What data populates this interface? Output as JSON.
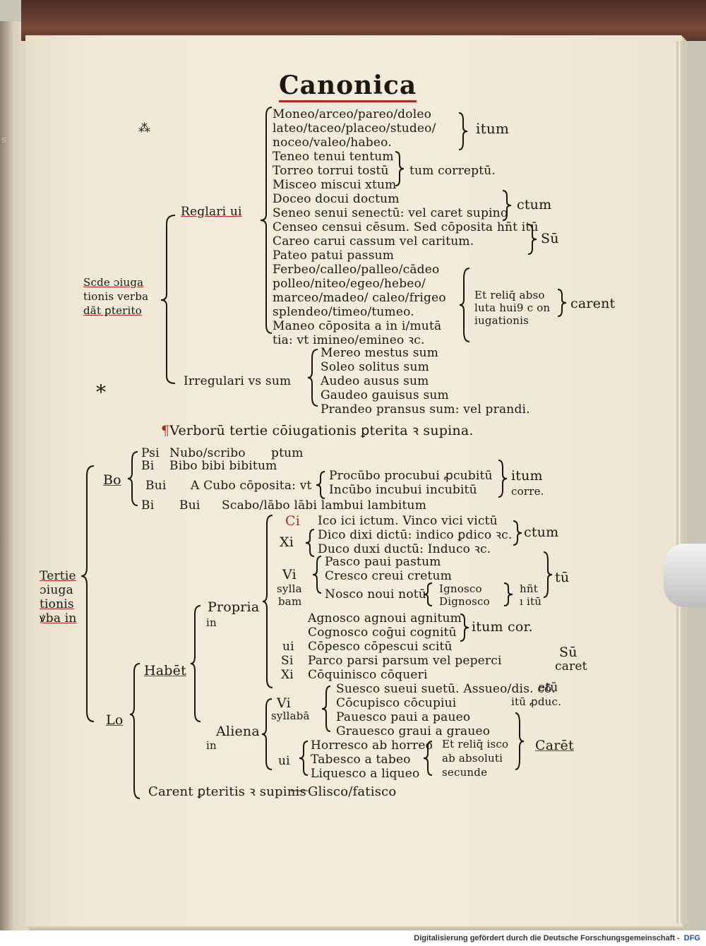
{
  "title": "Canonica",
  "asterisk": "*",
  "top": {
    "regular_label": "Reglari ui",
    "irregular_label": "Irregulari vs sum",
    "left_label": [
      "Scde ɔiuga",
      "tionis verba",
      "dăt ꝑterito"
    ],
    "group1": [
      "Moneo/arceo/pareo/doleo",
      "lateo/taceo/placeo/studeo/",
      "noceo/valeo/habeo."
    ],
    "group1_suffix": "itum",
    "group2": [
      "Teneo tenui tentum",
      "Torreo torrui tostū",
      "Misceo miscui xtum"
    ],
    "group2_suffix": "tum correptū.",
    "line_doceo": "Doceo docui doctum",
    "line_seneo": "Seneo senui senectū: vel caret supino",
    "ctum": "ctum",
    "line_censeo": "Censeo censui cēsum. Sed cōposita hñt itū",
    "line_careo": "Careo carui cassum vel caritum.",
    "line_pateo": "Pateo patui passum",
    "su": "Sū",
    "group3": [
      "Ferbeo/calleo/palleo/cādeo",
      "polleo/niteo/egeo/hebeo/",
      "marceo/madeo/ caleo/frigeo",
      "splendeo/timeo/tumeo.",
      "Maneo cōposita a in i/mutā",
      "tia: vt imineo/emineo ꝛc."
    ],
    "group3_note": [
      "Et reliq̄ abso",
      "luta hui9 c on",
      "iugationis"
    ],
    "carent": "carent",
    "irregular_items": [
      "Mereo mestus sum",
      "Soleo solitus sum",
      "Audeo ausus sum",
      "Gaudeo gauisus sum",
      "Prandeo pransus sum: vel prandi."
    ]
  },
  "heading": "Verborū tertie cōiugationis ꝑterita ꝛ supina.",
  "bottom": {
    "left_label": [
      "Tertie",
      "ɔiuga",
      "tionis",
      "ꝟba in"
    ],
    "bo": "Bo",
    "psi_line": [
      "Psi",
      "Nubo/scribo",
      "ptum"
    ],
    "bi_line": [
      "Bi",
      "Bibo bibi bibitum"
    ],
    "bui_line": [
      "Bui",
      "A Cubo cōposita: vt"
    ],
    "cubo_items": [
      "Procūbo procubui ꝓcubitū",
      "Incūbo incubui incubitū"
    ],
    "itum_corre": [
      "itum",
      "corre."
    ],
    "bi_bui_line": [
      "Bi",
      "Bui",
      "Scabo/lābo lābi lambui lambitum"
    ],
    "ci_label": "Ci",
    "xi_label": "Xi",
    "co_items": [
      "Ico ici ictum. Vinco vici victū",
      "Dico dixi dictū: indico ꝑdico ꝛc.",
      "Duco duxi ductū: Induco ꝛc."
    ],
    "ctum": "ctum",
    "vi_labels": [
      "Vi",
      "sylla",
      "bam"
    ],
    "vi_items": [
      "Pasco paui pastum",
      "Cresco creui cretum",
      "Nosco noui notū"
    ],
    "ignosco": [
      "Ignosco",
      "Dignosco"
    ],
    "hnt_itu": [
      "hñt",
      "ı itū"
    ],
    "tu": "tū",
    "propria": [
      "Propria",
      "in"
    ],
    "propria_items": [
      "Agnosco agnoui agnitum",
      "Cognosco coḡui cognitū",
      "Cōpesco cōpescui scitū",
      "Parco parsi parsum vel peperci",
      "Cōquinisco cōqueri"
    ],
    "propria_labels": [
      "ui",
      "Si",
      "Xi"
    ],
    "itum_cor": "itum cor.",
    "su_caret": [
      "Sū",
      "caret"
    ],
    "habent": "Habēt",
    "lo": "Lo",
    "aliena": [
      "Aliena",
      "in"
    ],
    "vi_syllaba": [
      "Vi",
      "syllabā"
    ],
    "aliena_items": [
      "Suesco sueui suetū. Assueo/dis. cō.",
      "Cōcupisco cōcupiui",
      "Pauesco paui a paueo",
      "Grauesco graui a graueo"
    ],
    "etu_itu": [
      "etū",
      "itū ꝓduc."
    ],
    "ui_label": "ui",
    "ui_items": [
      "Horresco ab horreo",
      "Tabesco a tabeo",
      "Liquesco a liqueo"
    ],
    "et_reliq": [
      "Et reliq̄ isco",
      "ab absoluti",
      "secunde"
    ],
    "caret": "Carēt",
    "carent_line": "Carent ꝑteritis ꝛ supinis",
    "glisco": "Glisco/fatisco"
  },
  "footer": {
    "text": "Digitalisierung gefördert durch die Deutsche Forschungsgemeinschaft -",
    "logo": "DFG"
  }
}
